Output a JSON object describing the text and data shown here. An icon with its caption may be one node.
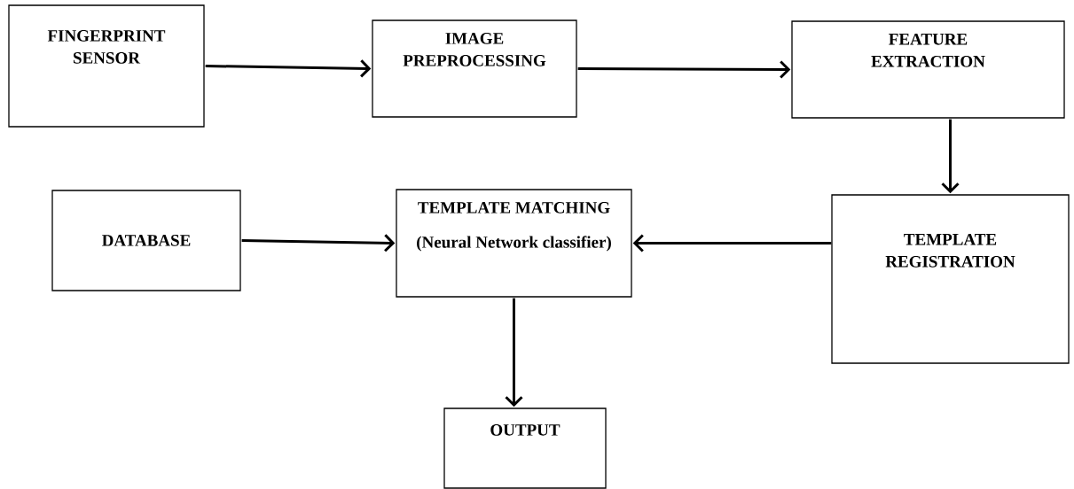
{
  "diagram": {
    "nodes": [
      {
        "text": [
          "FINGERPRINT SENSOR"
        ]
      },
      {
        "text": [
          "IMAGE PREPROCESSING"
        ]
      },
      {
        "text": [
          "FEATURE EXTRACTION"
        ]
      },
      {
        "text": [
          "DATABASE"
        ]
      },
      {
        "text": [
          "TEMPLATE MATCHING",
          "(Neural Network classifier)"
        ]
      },
      {
        "text": [
          "TEMPLATE REGISTRATION"
        ]
      },
      {
        "text": [
          "OUTPUT"
        ]
      }
    ],
    "edges": [
      {
        "from": 0,
        "to": 1,
        "arrow": "to"
      },
      {
        "from": 1,
        "to": 2,
        "arrow": "to"
      },
      {
        "from": 2,
        "to": 5,
        "arrow": "to"
      },
      {
        "from": 3,
        "to": 4,
        "arrow": "to"
      },
      {
        "from": 5,
        "to": 4,
        "arrow": "to"
      },
      {
        "from": 4,
        "to": 6,
        "arrow": "to"
      }
    ]
  }
}
